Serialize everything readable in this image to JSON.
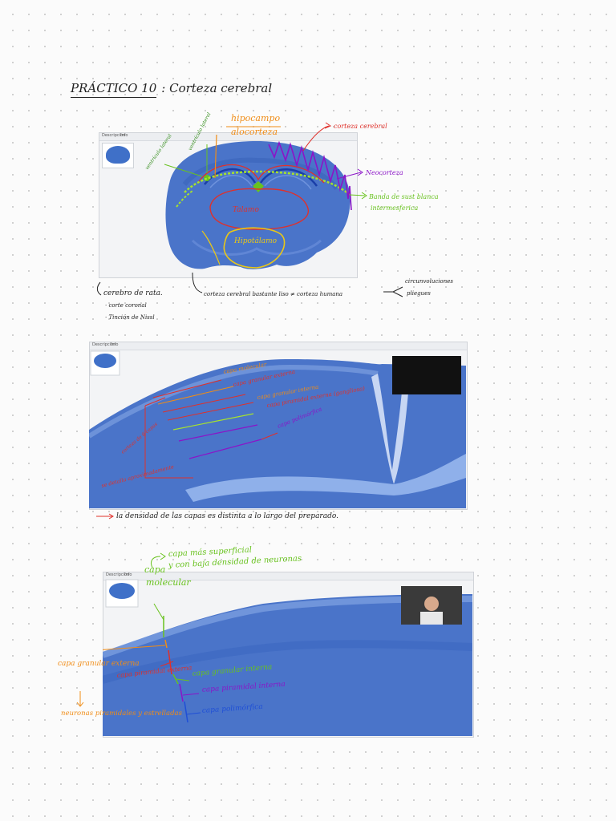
{
  "page": {
    "title_prefix": "PRÁCTICO 10",
    "title_rest": ": Corteza cerebral"
  },
  "viewer": {
    "tab_description": "Descripción",
    "tab_info": "Info"
  },
  "panel1": {
    "labels": {
      "hipocampo": "hipocampo",
      "alocorteza": "alocorteza",
      "ventriculo_lateral_a": "ventrículo lateral",
      "ventriculo_lateral_b": "ventrículo lateral",
      "corteza_cerebral": "corteza cerebral",
      "neocorteza": "Neocorteza",
      "banda": "Banda de sust blanca",
      "banda2": "intermesferica",
      "talamo": "Talamo",
      "hipotalamo": "Hipotálamo"
    },
    "notes": {
      "cerebro": "cerebro de rata.",
      "corte": "· corte coronal",
      "tincion": "· Tinción de Nissl",
      "bastante_liso": "corteza cerebral bastante liso ≠ corteza humana",
      "circunvoluciones": "circunvoluciones",
      "pliegues": "pliegues"
    }
  },
  "panel2": {
    "labels": {
      "molecular": "capa molecular",
      "granular_externa": "capa granular externa",
      "granular_interna": "capa granular interna",
      "piramidal_externa": "capa piramidal externa (gangliosa)",
      "polimorfica": "capa polimórfica",
      "corteza_de_6": "corteza de 6 capas",
      "se_detalla": "se detalla aproximadamente"
    },
    "note": "la densidad de las capas es distinta a lo largo del preparado."
  },
  "panel3": {
    "labels": {
      "superficial": "capa más superficial",
      "baja_densidad": "y con baja densidad de neuronas",
      "capa": "capa",
      "molecular": "molecular",
      "granular_externa": "capa granular externa",
      "neuronas": "neuronas piramidales y estrelladas",
      "piramidal_externa": "capa piramidal externa",
      "granular_interna": "capa granular interna",
      "piramidal_interna": "capa piramidal interna",
      "polimorfica": "capa polimórfica"
    }
  },
  "colors": {
    "tissue": "#4a74c9",
    "red": "#e0302a",
    "purple": "#8b14c8",
    "green": "#68c21e",
    "orange": "#f08c16",
    "yellow": "#e9c717",
    "blue": "#1f4fd6"
  }
}
